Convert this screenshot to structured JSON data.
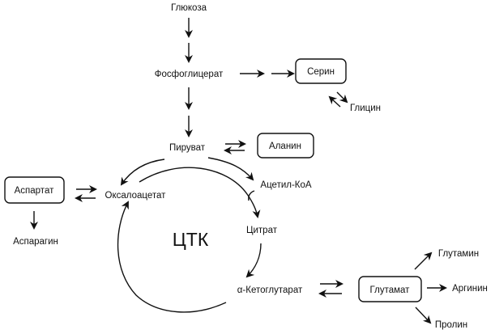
{
  "diagram": {
    "type": "metabolic-pathway",
    "center_label": "ЦТК",
    "nodes": {
      "glucose": "Глюкоза",
      "phosphoglycerate": "Фосфоглицерат",
      "serine": "Серин",
      "glycine": "Глицин",
      "pyruvate": "Пируват",
      "alanine": "Аланин",
      "aspartate": "Аспартат",
      "asparagine": "Аспарагин",
      "oxaloacetate": "Оксалоацетат",
      "acetyl_coa": "Ацетил-КоА",
      "citrate": "Цитрат",
      "alpha_ketoglutarate": "α-Кетоглутарат",
      "glutamate": "Глутамат",
      "glutamine": "Глутамин",
      "arginine": "Аргинин",
      "proline": "Пролин"
    },
    "boxed_nodes": [
      "serine",
      "alanine",
      "aspartate",
      "glutamate"
    ],
    "edges": [
      {
        "from": "glucose",
        "to": "phosphoglycerate",
        "kind": "multi-step"
      },
      {
        "from": "phosphoglycerate",
        "to": "serine",
        "kind": "multi-step"
      },
      {
        "from": "serine",
        "to": "glycine",
        "kind": "reversible"
      },
      {
        "from": "phosphoglycerate",
        "to": "pyruvate",
        "kind": "multi-step"
      },
      {
        "from": "pyruvate",
        "to": "alanine",
        "kind": "reversible"
      },
      {
        "from": "pyruvate",
        "to": "oxaloacetate",
        "kind": "forward"
      },
      {
        "from": "pyruvate",
        "to": "acetyl_coa",
        "kind": "forward"
      },
      {
        "from": "acetyl_coa",
        "to": "citrate",
        "kind": "forward"
      },
      {
        "from": "oxaloacetate",
        "to": "citrate",
        "kind": "cycle"
      },
      {
        "from": "citrate",
        "to": "alpha_ketoglutarate",
        "kind": "cycle"
      },
      {
        "from": "alpha_ketoglutarate",
        "to": "oxaloacetate",
        "kind": "cycle"
      },
      {
        "from": "aspartate",
        "to": "oxaloacetate",
        "kind": "reversible"
      },
      {
        "from": "aspartate",
        "to": "asparagine",
        "kind": "forward"
      },
      {
        "from": "alpha_ketoglutarate",
        "to": "glutamate",
        "kind": "reversible"
      },
      {
        "from": "glutamate",
        "to": "glutamine",
        "kind": "forward"
      },
      {
        "from": "glutamate",
        "to": "arginine",
        "kind": "forward"
      },
      {
        "from": "glutamate",
        "to": "proline",
        "kind": "forward"
      }
    ]
  }
}
